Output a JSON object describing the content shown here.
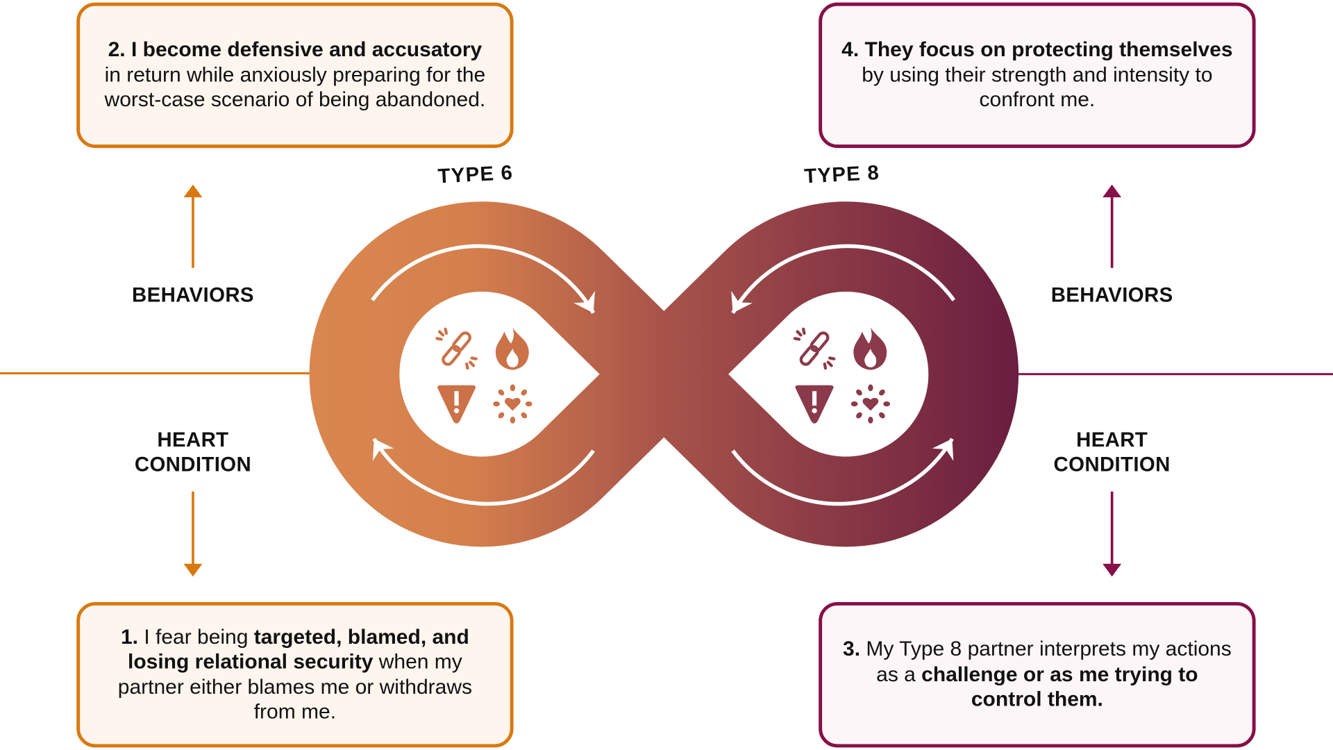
{
  "colors": {
    "orange": "#d8790f",
    "purple": "#870f48",
    "gradient_start": "#d9874f",
    "gradient_end": "#6a1e40"
  },
  "types": {
    "left": "TYPE 6",
    "right": "TYPE 8"
  },
  "labels": {
    "behaviors_left": "BEHAVIORS",
    "behaviors_right": "BEHAVIORS",
    "heart_left_1": "HEART",
    "heart_left_2": "CONDITION",
    "heart_right_1": "HEART",
    "heart_right_2": "CONDITION"
  },
  "boxes": {
    "box2": [
      "2. I become defensive and accusatory",
      " in return while anxiously preparing for the worst-case scenario of being abandoned."
    ],
    "box4": [
      "4. They focus on protecting themselves",
      " by using their strength and intensity to confront me."
    ],
    "box1": [
      "1.",
      " I fear being ",
      "targeted, blamed, and losing relational security",
      " when my partner either blames me or withdraws from me."
    ],
    "box3": [
      "3.",
      " My Type 8 partner interprets my actions as a ",
      "challenge or as me trying to control them."
    ]
  },
  "icons": [
    "broken-link-icon",
    "flame-icon",
    "warning-icon",
    "heart-burst-icon"
  ]
}
